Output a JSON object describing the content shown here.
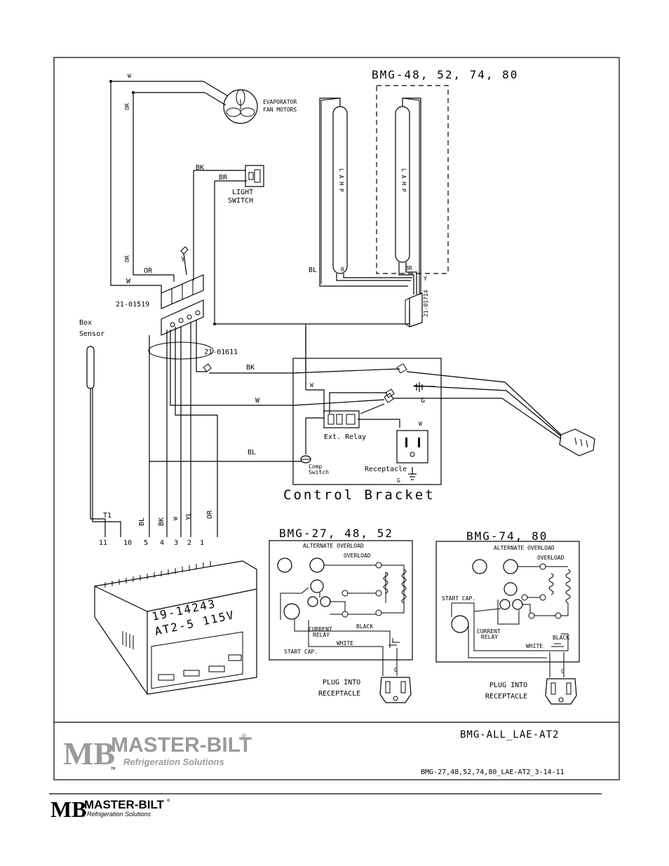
{
  "title_top": "BMG-48, 52, 74, 80",
  "wire_labels": {
    "w": "W",
    "or": "OR",
    "bk": "BK",
    "br": "BR",
    "y": "Y",
    "bl": "BL",
    "r": "R",
    "yl": "YL",
    "g": "G"
  },
  "components": {
    "evaporator": "EVAPORATOR",
    "fan_motors": "FAN MOTORS",
    "light": "LIGHT",
    "switch": "SWITCH",
    "lamp": "L A M P",
    "connector_a": "21-01519",
    "connector_b": "21-01611",
    "connector_c": "21-01714",
    "box_sensor_1": "Box",
    "box_sensor_2": "Sensor",
    "ext_relay": "Ext. Relay",
    "receptacle": "Receptacle",
    "comp_switch_1": "Comp",
    "comp_switch_2": "Switch",
    "control_bracket": "Control Bracket"
  },
  "terminals": [
    "11",
    "10",
    "5",
    "4",
    "3",
    "2",
    "1"
  ],
  "terminal_t1": "T1",
  "controller": {
    "model_1": "19-14243",
    "model_2": "AT2-5 115V"
  },
  "left_schematic": {
    "title": "BMG-27, 48, 52",
    "alt_overload": "ALTERNATE OVERLOAD",
    "overload": "OVERLOAD",
    "current_relay_1": "CURRENT",
    "current_relay_2": "RELAY",
    "black": "BLACK",
    "white": "WHITE",
    "start_cap": "START CAP.",
    "plug_1": "PLUG INTO",
    "plug_2": "RECEPTACLE"
  },
  "right_schematic": {
    "title": "BMG-74, 80",
    "alt_overload": "ALTERNATE OVERLOAD",
    "overload": "OVERLOAD",
    "start_cap": "START CAP.",
    "current_relay_1": "CURRENT",
    "current_relay_2": "RELAY",
    "white": "WHITE",
    "black": "BLACK",
    "plug_1": "PLUG INTO",
    "plug_2": "RECEPTACLE"
  },
  "title_block": {
    "brand_mark": "MB",
    "brand": "MASTER-BILT",
    "registered": "®",
    "tagline": "Refrigeration Solutions",
    "tm": "TM",
    "drawing_name": "BMG-ALL_LAE-AT2",
    "drawing_file": "BMG-27,48,52,74,80_LAE-AT2_3-14-11"
  },
  "footer": {
    "brand_mark": "MB",
    "brand": "MASTER-BILT",
    "registered": "®",
    "tm": "TM",
    "tagline": "Refrigeration Solutions"
  }
}
